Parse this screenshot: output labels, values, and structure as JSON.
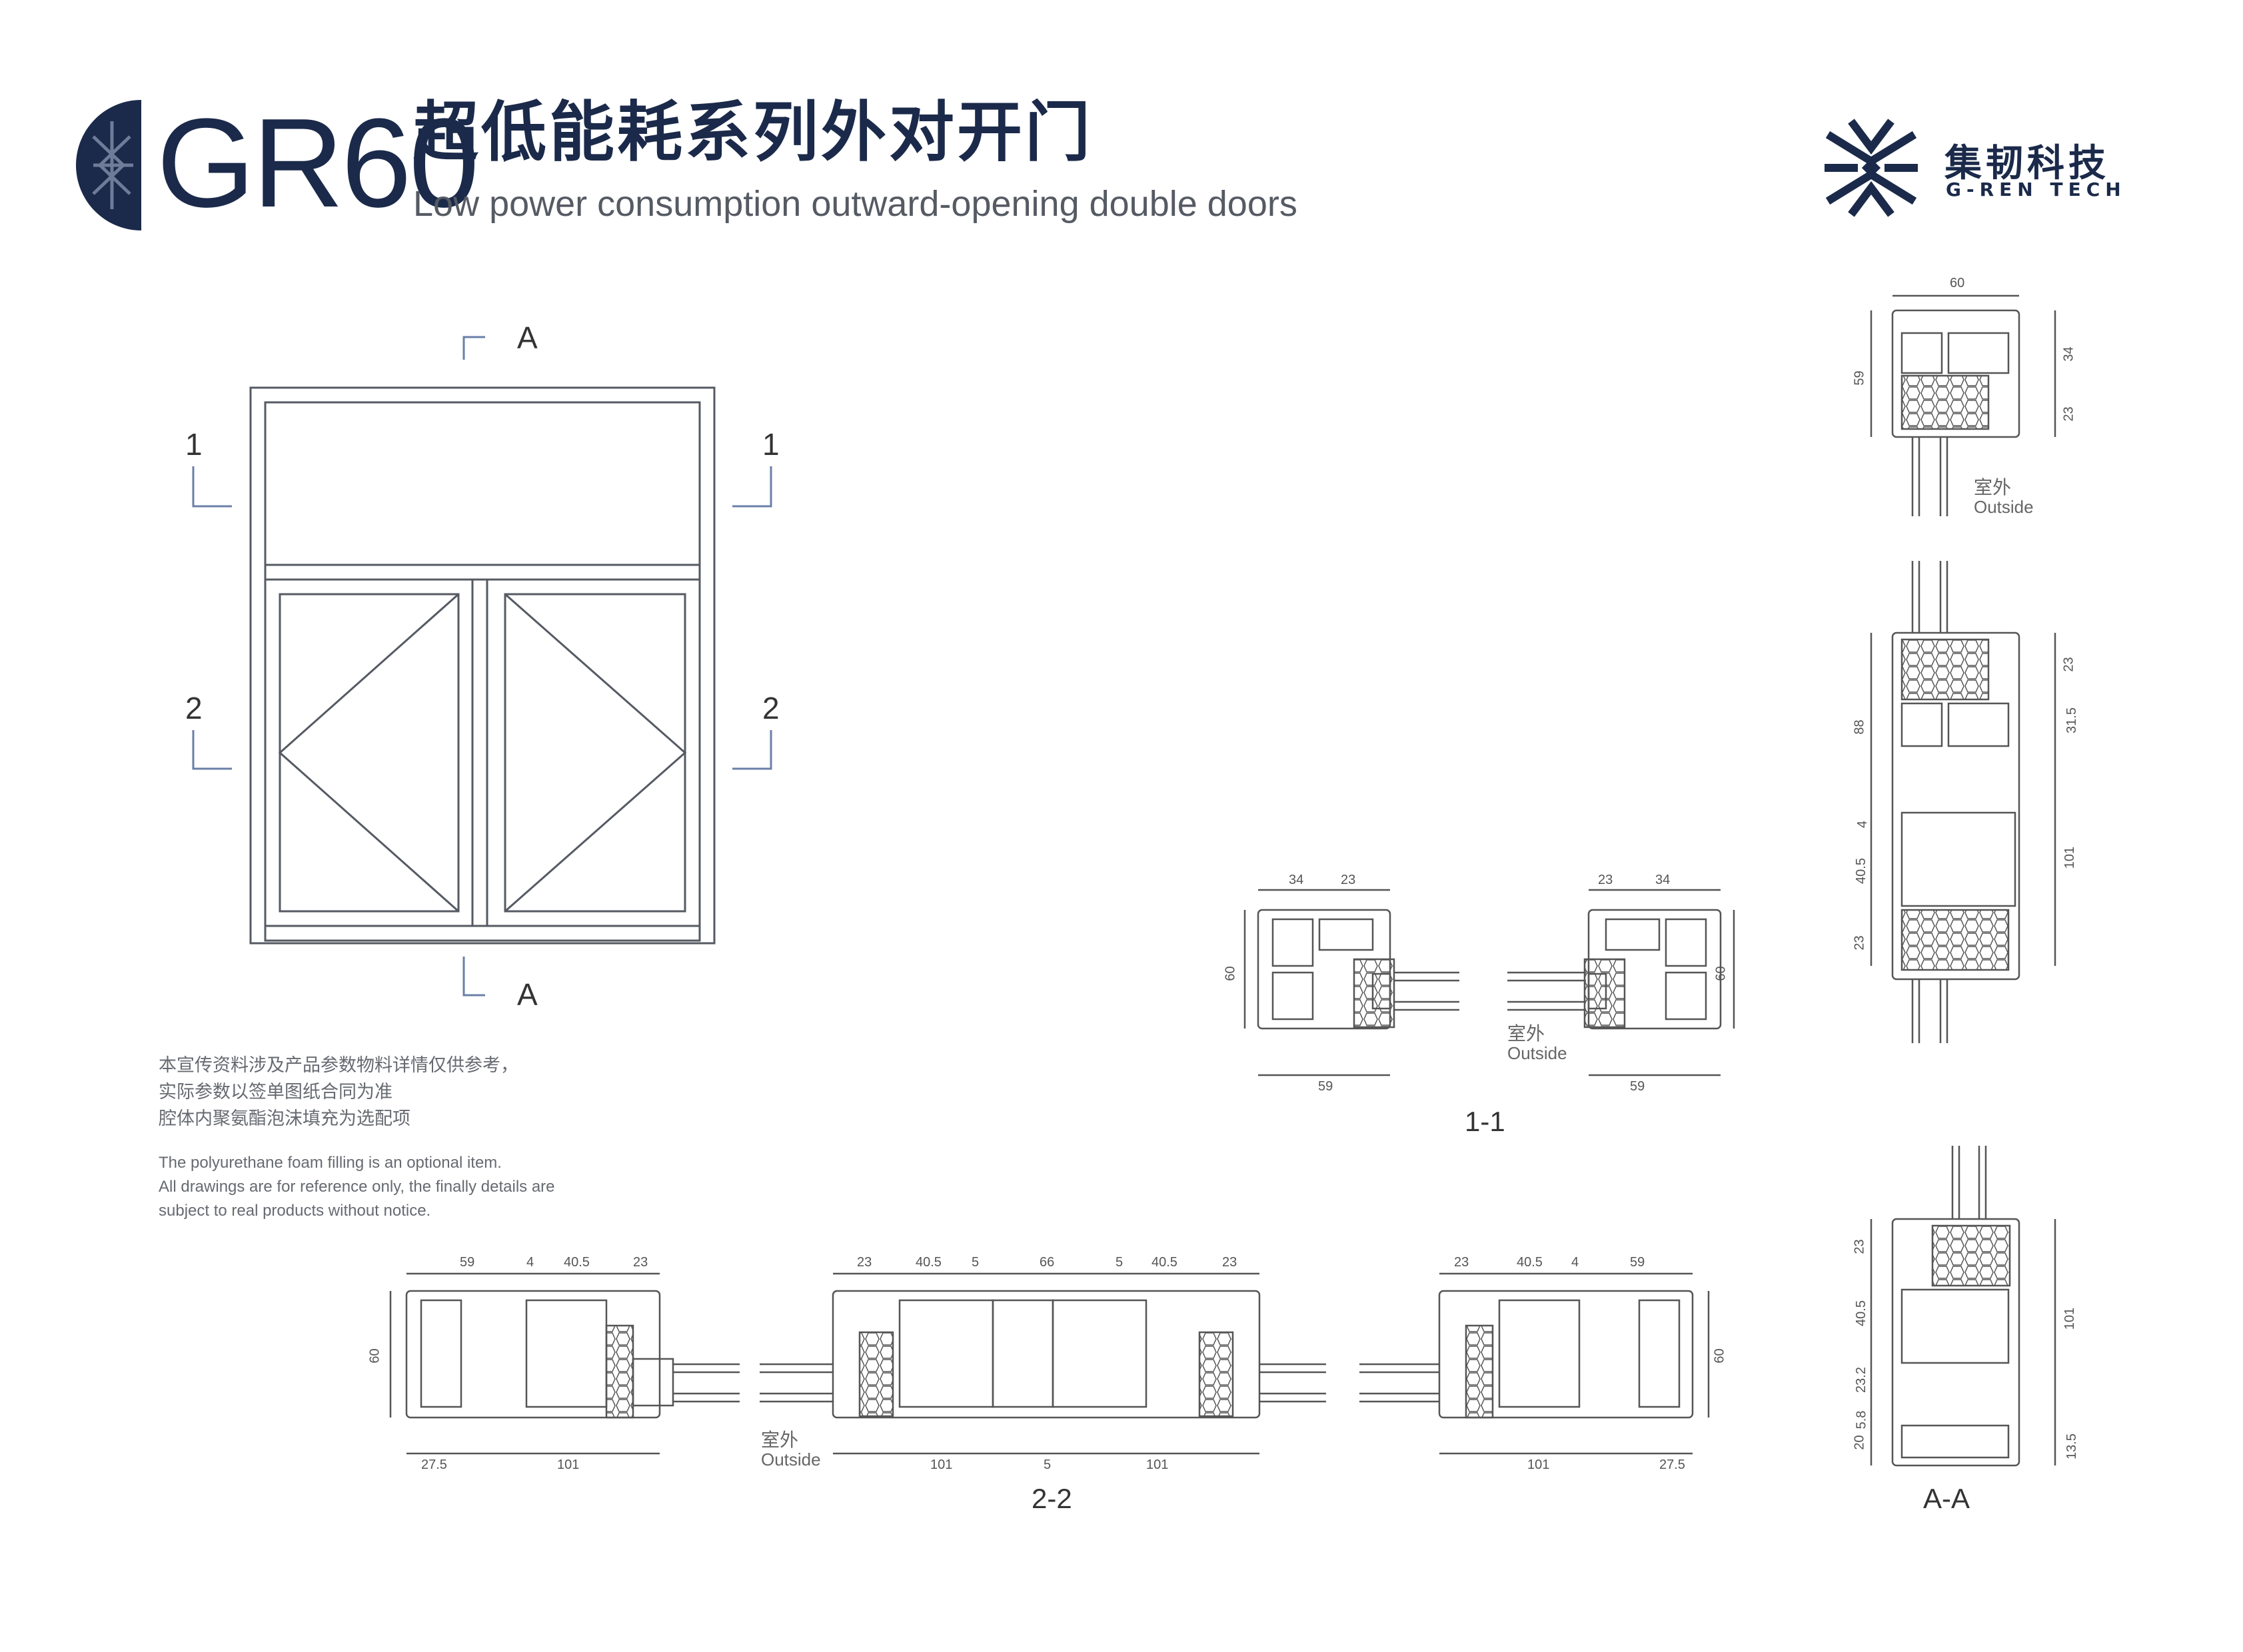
{
  "header": {
    "model_code": "GR60",
    "title_cn": "超低能耗系列外对开门",
    "title_en": "Low power consumption outward-opening double doors"
  },
  "brand": {
    "name_cn": "集韧科技",
    "name_en": "G-REN TECH",
    "color": "#1b2a4a"
  },
  "elevation": {
    "section_marks": {
      "top": "A",
      "bottom": "A",
      "left_1": "1",
      "right_1": "1",
      "left_2": "2",
      "right_2": "2"
    }
  },
  "notes": {
    "cn": [
      "本宣传资料涉及产品参数物料详情仅供参考，",
      "实际参数以签单图纸合同为准",
      "腔体内聚氨酯泡沫填充为选配项"
    ],
    "en": [
      "The polyurethane foam filling is an optional item.",
      "All drawings are for reference only, the finally details are",
      "subject to real products without notice."
    ]
  },
  "section_1_1": {
    "label": "1-1",
    "left_dims": {
      "d34": "34",
      "d23": "23",
      "d60": "60",
      "d59": "59"
    },
    "right_dims": {
      "d23": "23",
      "d34": "34",
      "d60": "60",
      "d59": "59"
    },
    "outside_cn": "室外",
    "outside_en": "Outside"
  },
  "section_2_2": {
    "label": "2-2",
    "outside_cn": "室外",
    "outside_en": "Outside",
    "left_dims": {
      "a": "59",
      "b": "4",
      "c": "40.5",
      "d": "23",
      "h": "60",
      "w1": "27.5",
      "w2": "101"
    },
    "mid_dims": {
      "a": "23",
      "b": "40.5",
      "c": "5",
      "d": "66",
      "e": "5",
      "f": "40.5",
      "g": "23",
      "w1": "101",
      "w2": "5",
      "w3": "101"
    },
    "right_dims": {
      "a": "23",
      "b": "40.5",
      "c": "4",
      "d": "59",
      "h": "60",
      "w1": "101",
      "w2": "27.5"
    }
  },
  "section_a_a": {
    "label": "A-A",
    "outside_cn": "室外",
    "outside_en": "Outside",
    "top_dims": {
      "w": "60",
      "h": "59",
      "r1": "34",
      "r2": "23"
    },
    "mid_dims": {
      "l1": "88",
      "l2": "4",
      "l3": "40.5",
      "l4": "23",
      "r1": "23",
      "r2": "31.5",
      "r3": "101"
    },
    "bot_dims": {
      "l1": "23",
      "l2": "40.5",
      "l3": "23.2",
      "l4": "5.8",
      "l5": "20",
      "r1": "101",
      "r2": "13.5"
    }
  }
}
